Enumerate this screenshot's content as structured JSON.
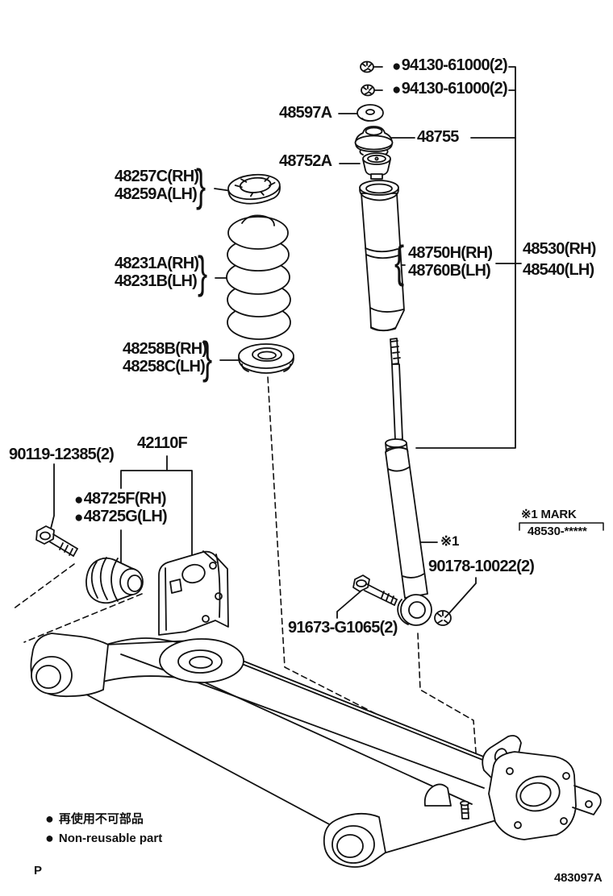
{
  "symbols": {
    "bullet": "●"
  },
  "page": {
    "corner_mark": "P",
    "diagram_code": "483097A"
  },
  "legend": {
    "jp": "再使用不可部品",
    "en": "Non-reusable part"
  },
  "mark_note": {
    "title": "※1 MARK",
    "value": "48530-*****"
  },
  "callouts": {
    "nut_upper_1": {
      "text": "94130-61000(2)"
    },
    "nut_upper_2": {
      "text": "94130-61000(2)"
    },
    "washer": {
      "text": "48597A"
    },
    "support": {
      "text": "48755"
    },
    "cap": {
      "text": "48752A"
    },
    "upper_seat": {
      "rh": "48257C(RH)",
      "lh": "48259A(LH)"
    },
    "coil_spring": {
      "rh": "48231A(RH)",
      "lh": "48231B(LH)"
    },
    "lower_insulator": {
      "rh": "48258B(RH)",
      "lh": "48258C(LH)"
    },
    "shock_cover": {
      "rh": "48750H(RH)",
      "lh": "48760B(LH)"
    },
    "shock_assy": {
      "rh": "48530(RH)",
      "lh": "48540(LH)"
    },
    "beam_bolt": {
      "text": "90119-12385(2)"
    },
    "axle_beam": {
      "text": "42110F"
    },
    "bushing": {
      "rh": "48725F(RH)",
      "lh": "48725G(LH)"
    },
    "mark_ref": {
      "text": "※1"
    },
    "mount_nut": {
      "text": "90178-10022(2)"
    },
    "mount_bolt": {
      "text": "91673-G1065(2)"
    },
    "brace_right": "}",
    "brace_left": "{"
  }
}
